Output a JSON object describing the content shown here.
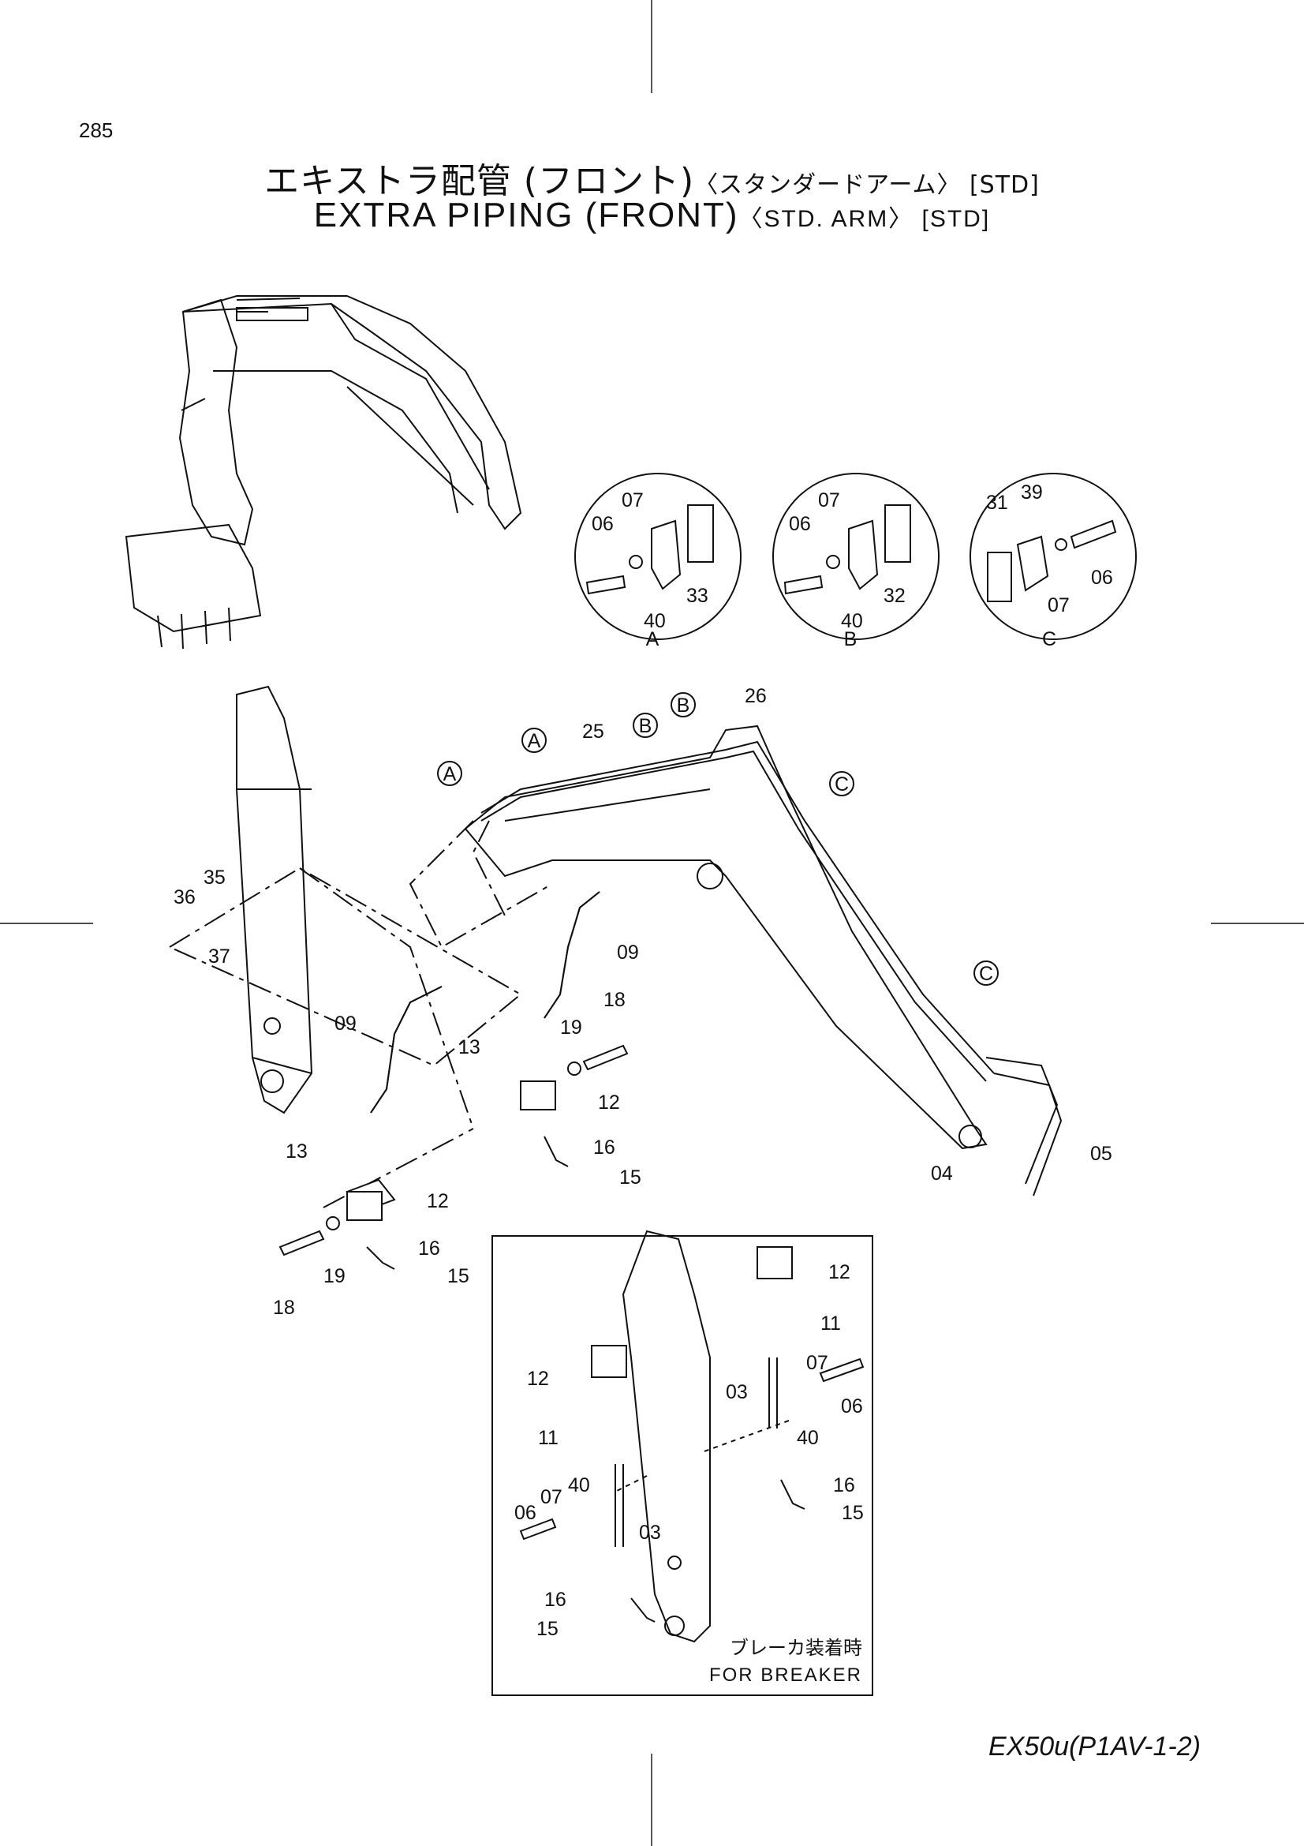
{
  "page_number": "285",
  "title_ja": {
    "main": "エキストラ配管 (フロント)",
    "sub": "〈スタンダードアーム〉 [STD]"
  },
  "title_en": {
    "main": "EXTRA PIPING (FRONT)",
    "sub": "〈STD. ARM〉 [STD]"
  },
  "model_code": "EX50u(P1AV-1-2)",
  "breaker_inset": {
    "label_ja": "ブレーカ装着時",
    "label_en": "FOR BREAKER"
  },
  "detail_views": [
    {
      "name": "A",
      "parts": [
        "06",
        "07",
        "40",
        "33"
      ]
    },
    {
      "name": "B",
      "parts": [
        "06",
        "07",
        "40",
        "32"
      ]
    },
    {
      "name": "C",
      "parts": [
        "31",
        "39",
        "07",
        "06"
      ]
    }
  ],
  "callouts": {
    "a": "A",
    "b": "B",
    "c": "C"
  },
  "part_labels": {
    "p03": "03",
    "p04": "04",
    "p05": "05",
    "p06": "06",
    "p07": "07",
    "p09": "09",
    "p11": "11",
    "p12": "12",
    "p13": "13",
    "p15": "15",
    "p16": "16",
    "p18": "18",
    "p19": "19",
    "p25": "25",
    "p26": "26",
    "p31": "31",
    "p32": "32",
    "p33": "33",
    "p35": "35",
    "p36": "36",
    "p37": "37",
    "p39": "39",
    "p40": "40"
  }
}
